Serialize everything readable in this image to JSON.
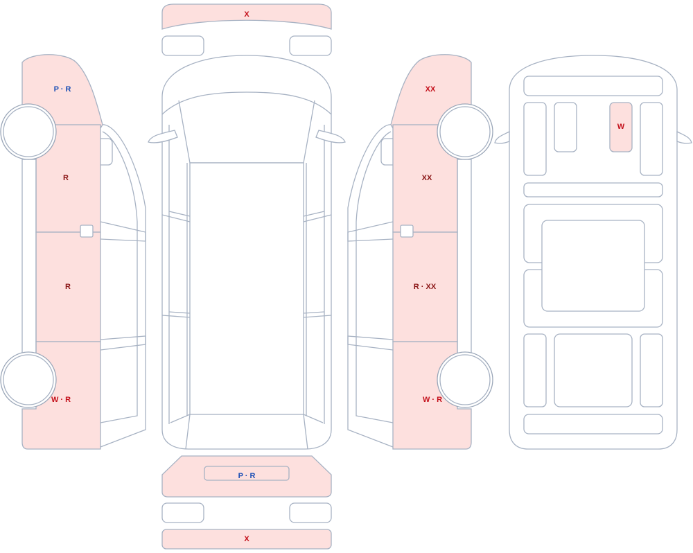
{
  "colors": {
    "outline": "#a7b2c3",
    "damage_fill": "#fde0de",
    "label_red": "#c4101b",
    "label_blue": "#1b4fb5",
    "label_dark_red": "#8a1414"
  },
  "labels": {
    "front_bumper": "X",
    "rear_bumper_plate": "P · R",
    "rear_bumper_lower": "X",
    "left_front_fender": "P · R",
    "left_front_door": "R",
    "left_rear_door": "R",
    "left_rear_quarter": "W · R",
    "right_front_fender": "XX",
    "right_front_door": "XX",
    "right_rear_door": "R · XX",
    "right_rear_quarter": "W · R",
    "roof_second_row_right_seat": "W"
  }
}
